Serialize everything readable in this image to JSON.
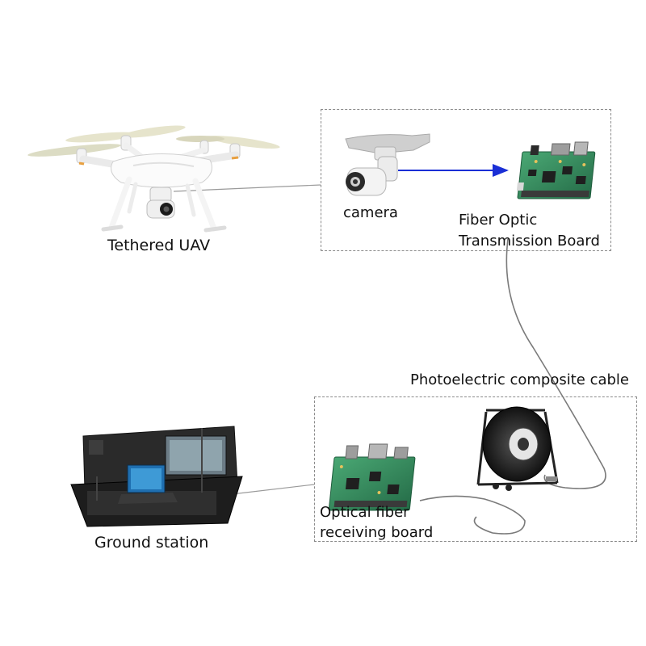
{
  "labels": {
    "uav": "Tethered UAV",
    "camera": "camera",
    "fiber_optic_board_line1": "Fiber Optic",
    "fiber_optic_board_line2": "Transmission Board",
    "cable": "Photoelectric composite cable",
    "ground_station": "Ground station",
    "receiving_board_line1": "Optical fiber",
    "receiving_board_line2": "receiving board"
  },
  "colors": {
    "arrow": "#1a2fd6",
    "cable": "#7a7a7a",
    "pcb": "#2f8a5c",
    "box_border": "#8a8a8a"
  },
  "icons": [
    "drone-icon",
    "camera-gimbal-icon",
    "circuit-board-icon",
    "cable-reel-icon",
    "ground-station-case-icon",
    "laptop-icon"
  ]
}
